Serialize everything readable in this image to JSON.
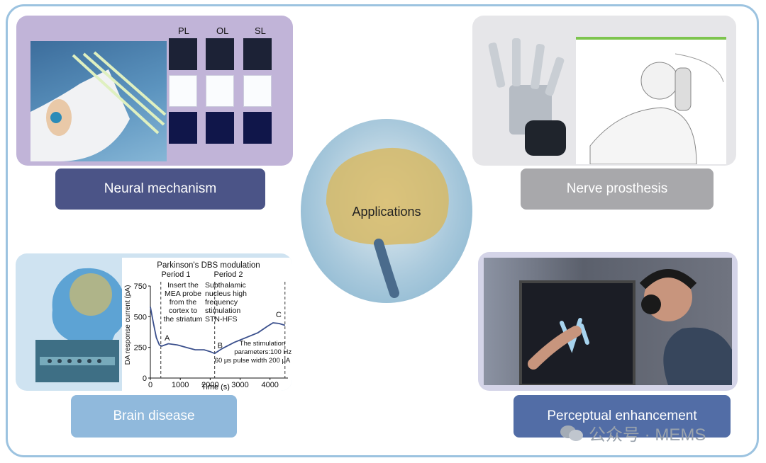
{
  "center": {
    "title": "Applications"
  },
  "panels": {
    "neural": {
      "label": "Neural mechanism",
      "columns": [
        "PL",
        "OL",
        "SL"
      ]
    },
    "prosthesis": {
      "label": "Nerve prosthesis"
    },
    "disease": {
      "label": "Brain disease",
      "plot": {
        "title": "Parkinson's DBS modulation",
        "period1": "Period 1",
        "period2": "Period 2",
        "note1": [
          "Insert the",
          "MEA probe",
          "from the",
          "cortex to",
          "the striatum"
        ],
        "note2": [
          "Subthalamic",
          "nucleus high",
          "frequency",
          "stimulation",
          "STN-HFS"
        ],
        "note3": [
          "The stimulation",
          "parameters:100 Hz,",
          "60 μs pulse width 200 μA"
        ],
        "point_labels": [
          "A",
          "B",
          "C"
        ]
      }
    },
    "perceptual": {
      "label": "Perceptual enhancement"
    }
  },
  "chart_data": {
    "type": "line",
    "title": "Parkinson's DBS modulation",
    "xlabel": "Time (s)",
    "ylabel": "DA response current (pA)",
    "xlim": [
      0,
      4600
    ],
    "ylim": [
      0,
      750
    ],
    "x_ticks": [
      0,
      1000,
      2000,
      3000,
      4000
    ],
    "y_ticks": [
      0,
      250,
      500,
      750
    ],
    "vlines": [
      350,
      2150,
      4500
    ],
    "series": [
      {
        "x": [
          0,
          100,
          200,
          300,
          380,
          600,
          900,
          1200,
          1500,
          1800,
          2000,
          2150,
          2400,
          2800,
          3200,
          3600,
          3900,
          4100,
          4300,
          4500
        ],
        "y": [
          580,
          450,
          330,
          270,
          260,
          280,
          270,
          250,
          230,
          230,
          215,
          200,
          240,
          290,
          330,
          370,
          420,
          450,
          445,
          430
        ]
      }
    ]
  },
  "watermark": {
    "text": "公众号 · MEMS"
  }
}
